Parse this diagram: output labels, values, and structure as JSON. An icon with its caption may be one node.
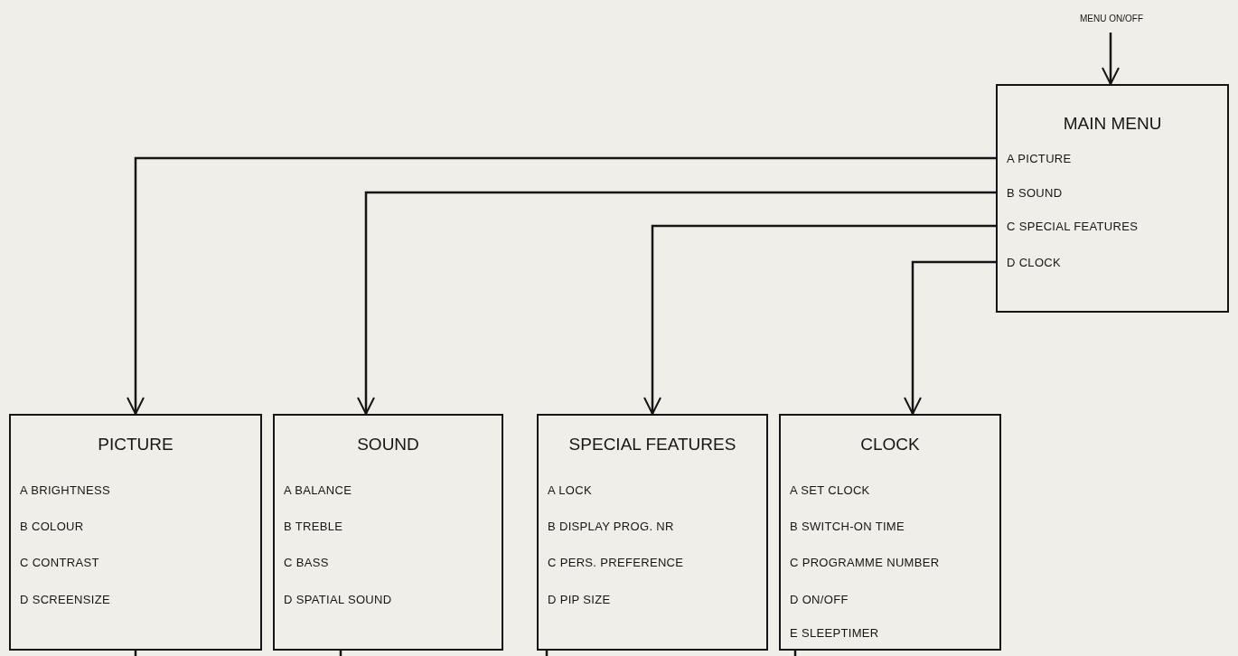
{
  "diagram": {
    "nodes": [
      {
        "text": [
          "MENU ON/OFF"
        ]
      },
      {
        "text": [
          "MAIN MENU",
          "A PICTURE",
          "B SOUND",
          "C SPECIAL FEATURES",
          "D CLOCK"
        ]
      },
      {
        "text": [
          "PICTURE",
          "A BRIGHTNESS",
          "B COLOUR",
          "C CONTRAST",
          "D SCREENSIZE"
        ]
      },
      {
        "text": [
          "SOUND",
          "A BALANCE",
          "B TREBLE",
          "C BASS",
          "D SPATIAL SOUND"
        ]
      },
      {
        "text": [
          "SPECIAL FEATURES",
          "A LOCK",
          "B DISPLAY PROG. NR",
          "C PERS. PREFERENCE",
          "D PIP SIZE"
        ]
      },
      {
        "text": [
          "CLOCK",
          "A SET CLOCK",
          "B SWITCH-ON TIME",
          "C PROGRAMME NUMBER",
          "D ON/OFF",
          "E SLEEPTIMER"
        ]
      }
    ],
    "edges": [
      {
        "from": 0,
        "to": 1,
        "arrow": "to"
      },
      {
        "from": 1,
        "to": 2,
        "arrow": "to"
      },
      {
        "from": 1,
        "to": 3,
        "arrow": "to"
      },
      {
        "from": 1,
        "to": 4,
        "arrow": "to"
      },
      {
        "from": 1,
        "to": 5,
        "arrow": "to"
      },
      {
        "from": 2,
        "to": null,
        "arrow": "none"
      },
      {
        "from": 3,
        "to": null,
        "arrow": "none"
      },
      {
        "from": 4,
        "to": null,
        "arrow": "none"
      },
      {
        "from": 5,
        "to": null,
        "arrow": "none"
      }
    ]
  }
}
